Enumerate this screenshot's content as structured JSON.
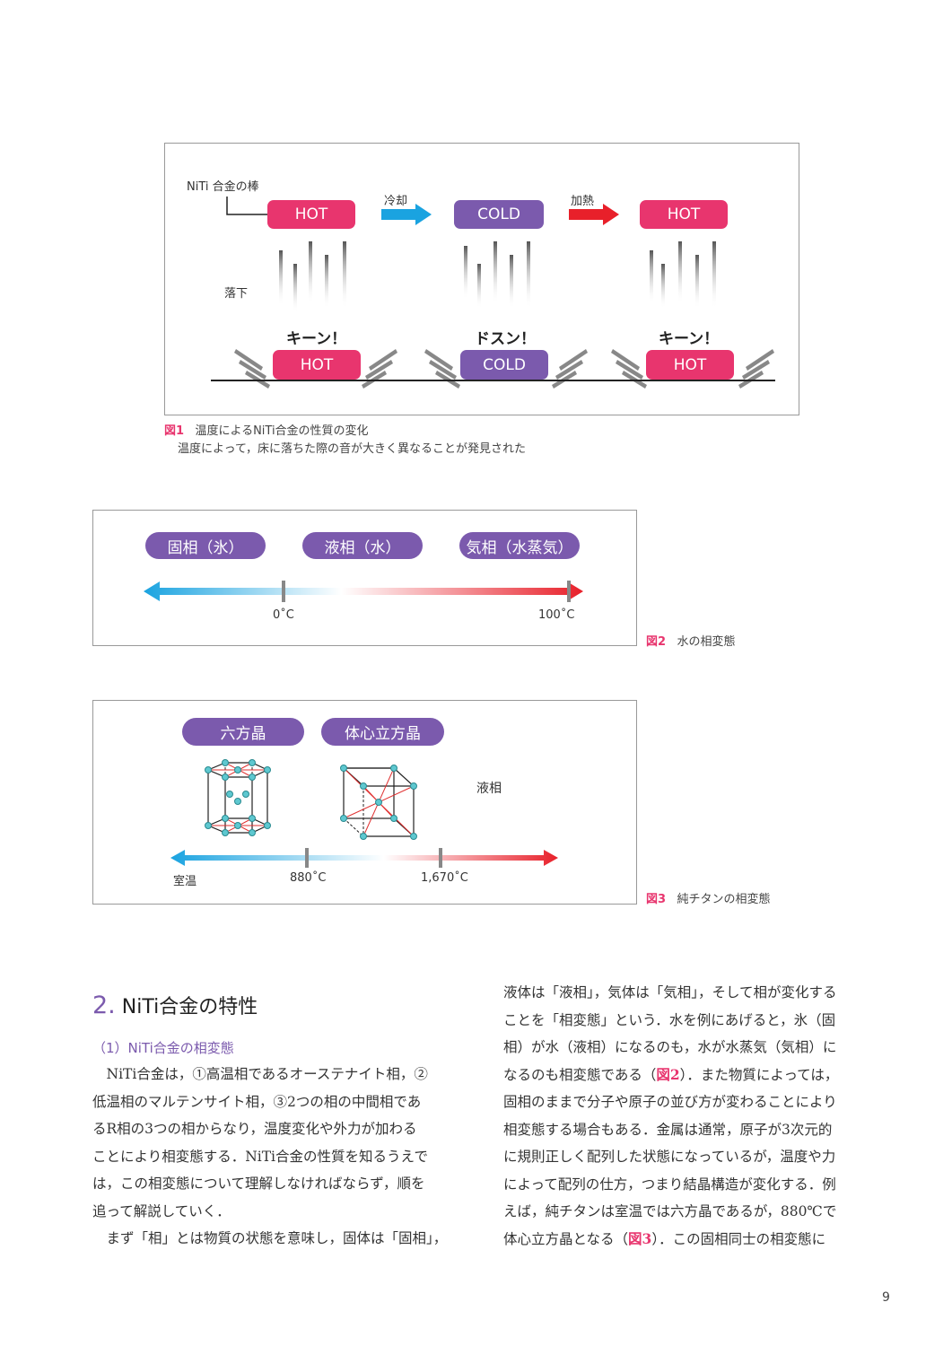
{
  "figure1": {
    "rod_label": "NiTi 合金の棒",
    "fall_label": "落下",
    "cool_label": "冷却",
    "heat_label": "加熱",
    "top_boxes": [
      "HOT",
      "COLD",
      "HOT"
    ],
    "bottom_boxes": [
      "HOT",
      "COLD",
      "HOT"
    ],
    "sounds": [
      "キーン！",
      "ドスン！",
      "キーン！"
    ],
    "caption_num": "図1",
    "caption_title": "温度によるNiTi合金の性質の変化",
    "caption_desc": "温度によって，床に落ちた際の音が大きく異なることが発見された",
    "colors": {
      "hot": "#e8356e",
      "cold": "#7b5aad",
      "cool_arrow": "#1aa3e0",
      "heat_arrow": "#e8202a"
    }
  },
  "figure2": {
    "phases": [
      "固相（氷）",
      "液相（水）",
      "気相（水蒸気）"
    ],
    "ticks": [
      "0˚C",
      "100˚C"
    ],
    "caption_num": "図2",
    "caption_title": "水の相変態"
  },
  "figure3": {
    "phases": [
      "六方晶",
      "体心立方晶"
    ],
    "liquid_label": "液相",
    "ticks": [
      "室温",
      "880˚C",
      "1,670˚C"
    ],
    "caption_num": "図3",
    "caption_title": "純チタンの相変態"
  },
  "section": {
    "number": "2.",
    "title": "NiTi合金の特性",
    "subheading": "（1）NiTi合金の相変態"
  },
  "left_column": [
    "　NiTi合金は，①高温相であるオーステナイト相，②",
    "低温相のマルテンサイト相，③2つの相の中間相であ",
    "るR相の3つの相からなり，温度変化や外力が加わる",
    "ことにより相変態する．NiTi合金の性質を知るうえで",
    "は，この相変態について理解しなければならず，順を",
    "追って解説していく．",
    "　まず「相」とは物質の状態を意味し，固体は「固相」，"
  ],
  "right_column": {
    "line1": "液体は「液相」，気体は「気相」，そして相が変化する",
    "line2": "ことを「相変態」という．水を例にあげると，氷（固",
    "line3": "相）が水（液相）になるのも，水が水蒸気（気相）に",
    "line4_a": "なるのも相変態である（",
    "line4_ref": "図2",
    "line4_b": "）．また物質によっては，",
    "line5": "固相のままで分子や原子の並び方が変わることにより",
    "line6": "相変態する場合もある．金属は通常，原子が3次元的",
    "line7": "に規則正しく配列した状態になっているが，温度や力",
    "line8": "によって配列の仕方，つまり結晶構造が変化する．例",
    "line9": "えば，純チタンは室温では六方晶であるが，880℃で",
    "line10_a": "体心立方晶となる（",
    "line10_ref": "図3",
    "line10_b": "）．この固相同士の相変態に"
  },
  "page_number": "9"
}
